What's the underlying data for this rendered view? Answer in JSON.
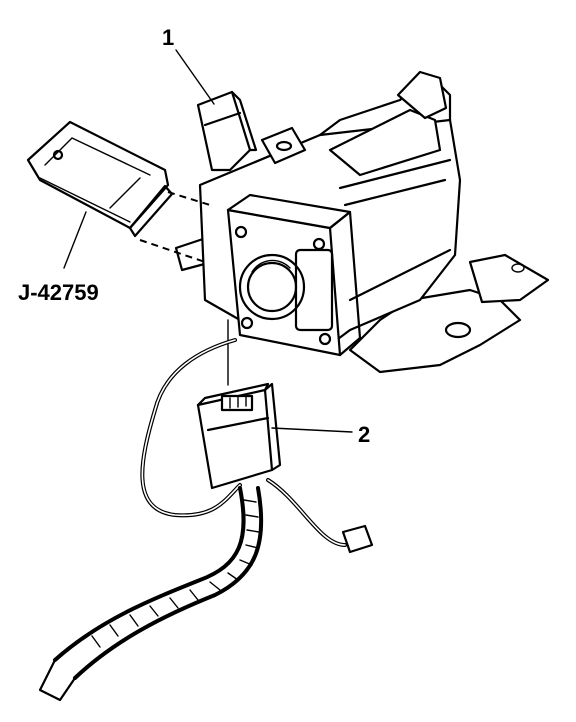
{
  "callouts": {
    "item_1": "1",
    "item_2": "2",
    "tool": "J-42759"
  }
}
